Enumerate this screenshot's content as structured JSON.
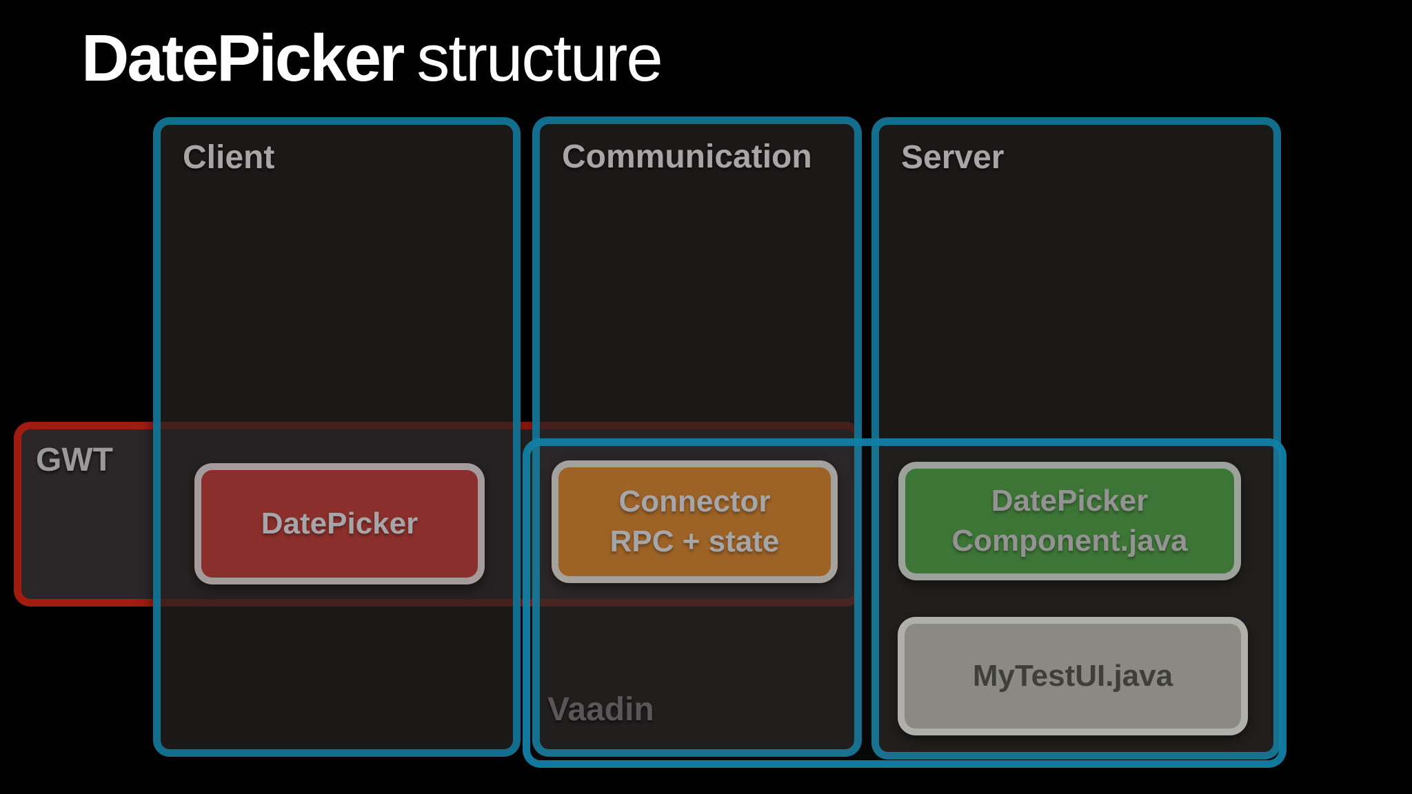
{
  "slide": {
    "title": {
      "bold": "DatePicker",
      "regular": "structure"
    }
  },
  "columns": [
    {
      "label": "Client"
    },
    {
      "label": "Communication"
    },
    {
      "label": "Server"
    }
  ],
  "frames": {
    "gwt": {
      "label": "GWT",
      "border_color": "#a01c10"
    },
    "vaadin": {
      "label": "Vaadin",
      "border_color": "#1180a5"
    }
  },
  "nodes": [
    {
      "lines": [
        "DatePicker"
      ],
      "fill": "#8a2f2b",
      "text_color": "#a6a5a7"
    },
    {
      "lines": [
        "Connector",
        "RPC + state"
      ],
      "fill": "#9c6226",
      "text_color": "#a6a5a7"
    },
    {
      "lines": [
        "DatePicker",
        "Component.java"
      ],
      "fill": "#3d7536",
      "text_color": "#939492"
    },
    {
      "lines": [
        "MyTestUI.java"
      ],
      "fill": "#8a8a82",
      "text_color": "#3f3f3a"
    }
  ],
  "palette": {
    "background": "#000000",
    "column_fill": "#262223",
    "column_border": "#13718f",
    "column_label_color": "#a7a5a6",
    "gwt_label_color": "#9b999a",
    "vaadin_label_color": "#5a5657",
    "node_border": "#a6a6a6",
    "title_color": "#ffffff"
  }
}
